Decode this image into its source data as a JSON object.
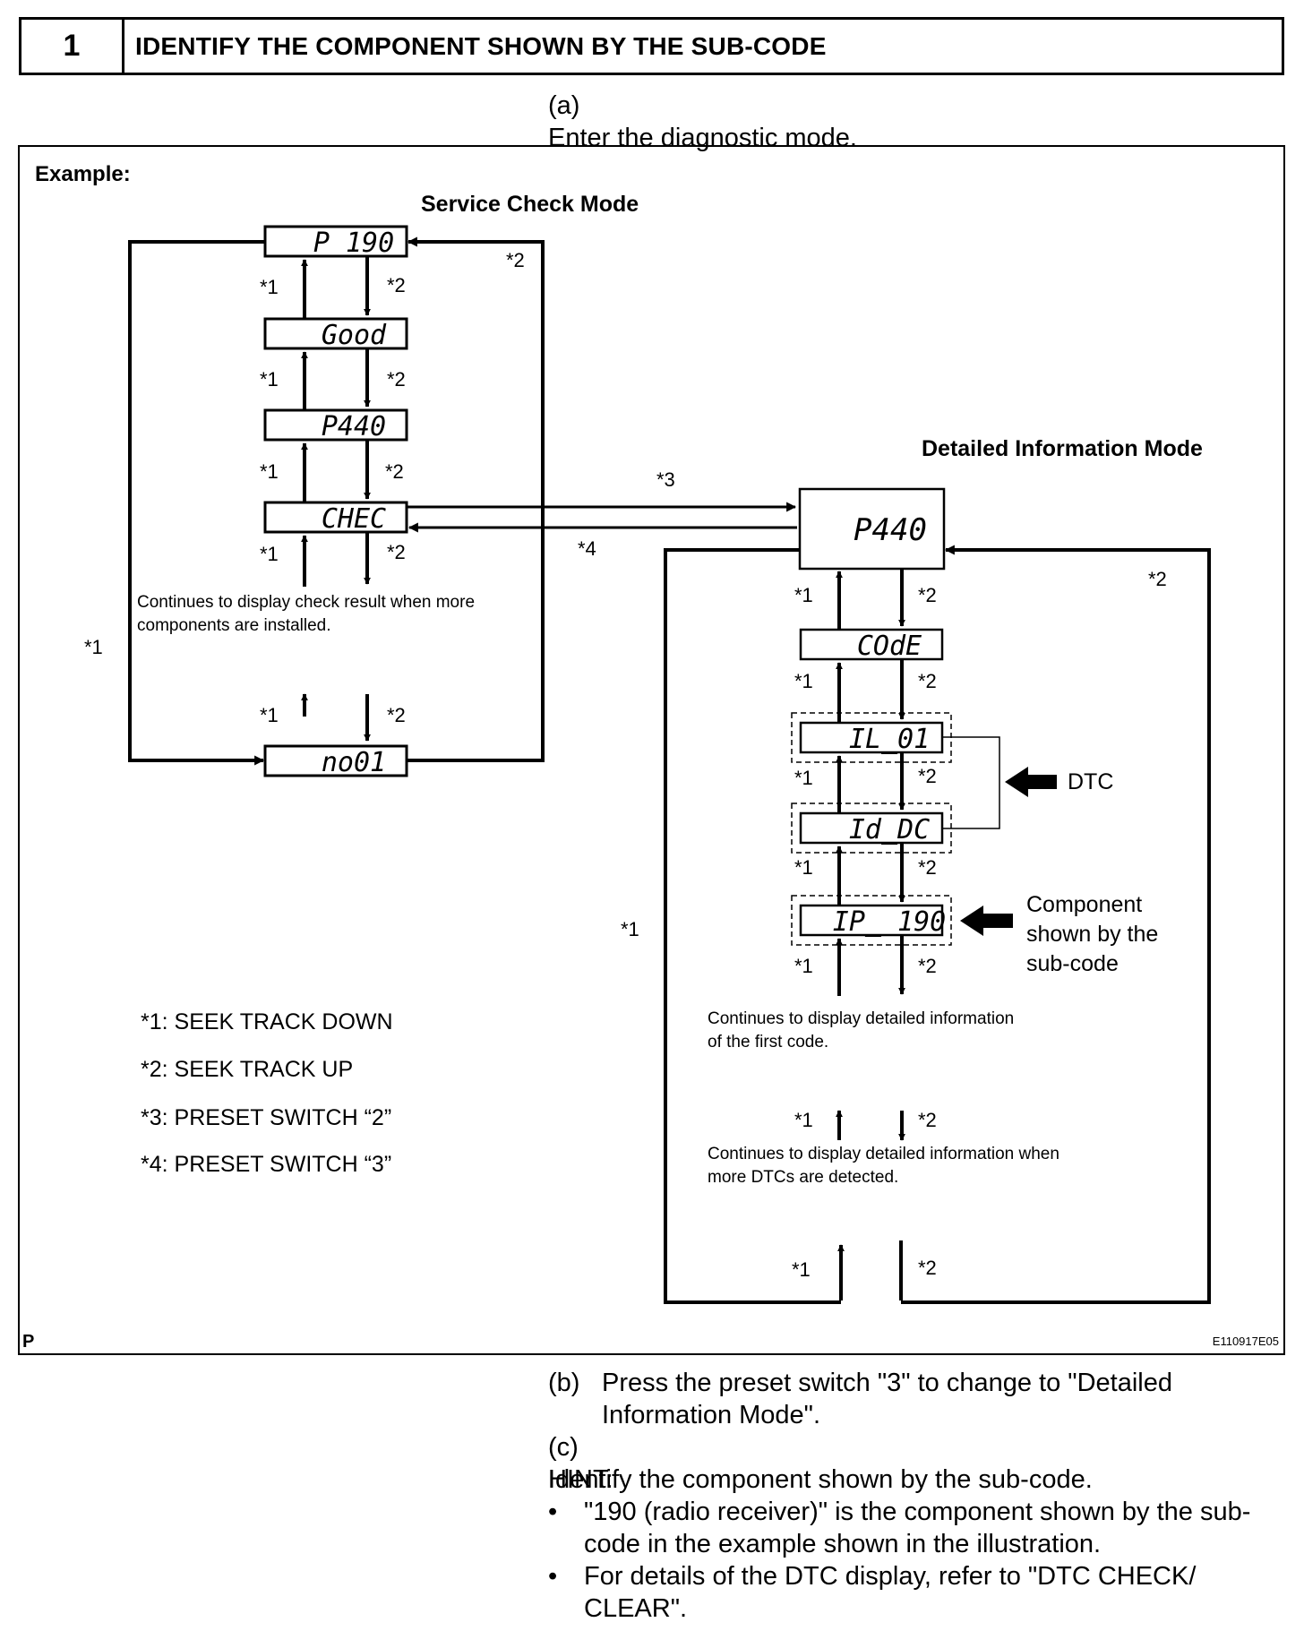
{
  "step": {
    "number": "1",
    "title": "IDENTIFY THE COMPONENT SHOWN BY THE SUB-CODE"
  },
  "step_a": {
    "label": "(a)",
    "text": "Enter the diagnostic mode."
  },
  "figure": {
    "example_label": "Example:",
    "service_mode_title": "Service Check Mode",
    "detailed_mode_title": "Detailed Information Mode",
    "service_displays": [
      "P 190",
      "Good",
      "P440",
      "CHEC",
      "no01"
    ],
    "detailed_displays": [
      "P440",
      "COdE",
      "IL_01",
      "Id_DC",
      "IP_ 190"
    ],
    "marks": {
      "m1": "*1",
      "m2": "*2",
      "m3": "*3",
      "m4": "*4"
    },
    "service_note": "Continues to display check result when more components are installed.",
    "service_note_line1": "Continues to display check result when more",
    "service_note_line2": "components are installed.",
    "detail_note1_line1": "Continues to display detailed information",
    "detail_note1_line2": "of the first code.",
    "detail_note2_line1": "Continues to display detailed information when",
    "detail_note2_line2": "more DTCs are detected.",
    "dtc_label": "DTC",
    "component_label_line1": "Component",
    "component_label_line2": "shown by the",
    "component_label_line3": "sub-code",
    "legend": [
      "*1: SEEK TRACK DOWN",
      "*2: SEEK TRACK UP",
      "*3: PRESET SWITCH “2”",
      "*4: PRESET SWITCH “3”"
    ],
    "corner_letter": "P",
    "figure_id": "E110917E05"
  },
  "step_b": {
    "label": "(b)",
    "text": "Press the preset switch \"3\" to change to \"Detailed Information Mode\"."
  },
  "step_c": {
    "label": "(c)",
    "text": "Identify the component shown by the sub-code."
  },
  "hint_label": "HINT:",
  "hints": [
    "\"190 (radio receiver)\" is the component shown by the sub-code in the example shown in the illustration.",
    "For details of the DTC display, refer to \"DTC CHECK/ CLEAR\"."
  ],
  "bullet_char": "•"
}
